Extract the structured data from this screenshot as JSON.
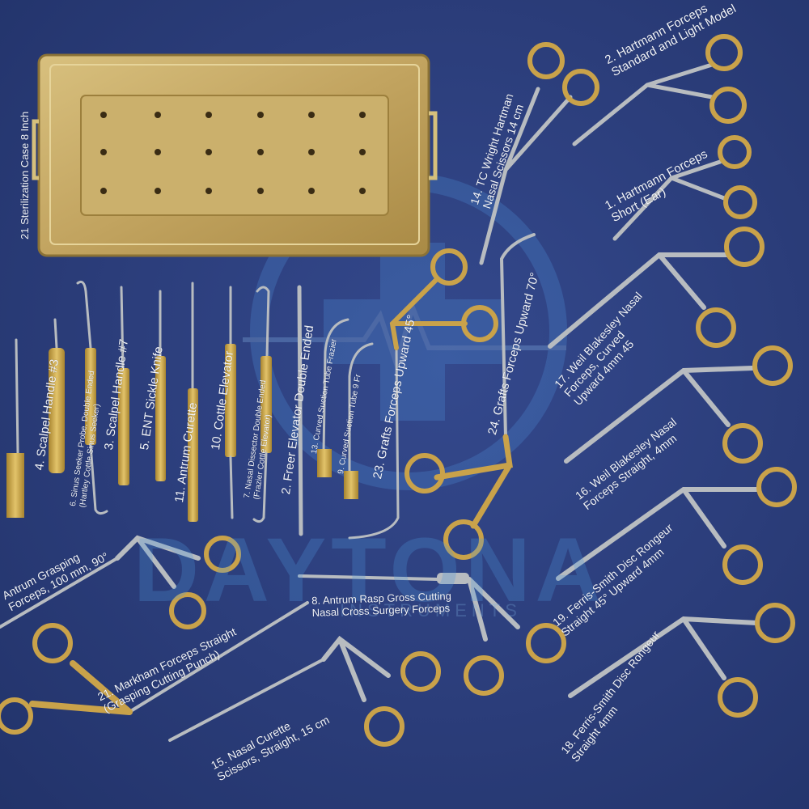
{
  "colors": {
    "background": "#2c3f7e",
    "steel": "#aeb3b8",
    "gold": "#c9a24a",
    "tray": "#c8ad68",
    "watermark": "#4f8fd8"
  },
  "watermark": {
    "brand": "DAYTONA",
    "subtitle": "INSTRUMENTS"
  },
  "tray_label": "21 Sterilization Case 8 Inch",
  "labels": [
    {
      "id": "l14",
      "line1": "14. TC Wright Hartman",
      "line2": "Nasal Scissors 14 cm"
    },
    {
      "id": "l2h",
      "line1": "2. Hartmann Forceps",
      "line2": "Standard and Light Model"
    },
    {
      "id": "l1h",
      "line1": "1. Hartmann Forceps",
      "line2": "Short (Ear)"
    },
    {
      "id": "l17",
      "line1": "17. Weil Blakesley Nasal",
      "line2": "Forceps, Curved",
      "line3": "Upward 4mm 45"
    },
    {
      "id": "l16",
      "line1": "16. Weil Blakesley Nasal",
      "line2": "Forceps Straight, 4mm"
    },
    {
      "id": "l19",
      "line1": "19. Ferris-Smith Disc Rongeur",
      "line2": "Straight 45° Upward 4mm"
    },
    {
      "id": "l18",
      "line1": "18. Ferris-Smith Disc Rongeur",
      "line2": "Straight 4mm"
    },
    {
      "id": "l24",
      "line1": "24. Grafts Forceps Upward 70°"
    },
    {
      "id": "l23",
      "line1": "23. Grafts Forceps Upward 45°"
    },
    {
      "id": "l8",
      "line1": "8. Antrum Rasp Gross Cutting",
      "line2": "Nasal Cross Surgery Forceps"
    },
    {
      "id": "l21",
      "line1": "21. Markham Forceps Straight",
      "line2": "(Grasping Cutting Punch)"
    },
    {
      "id": "l15",
      "line1": "15. Nasal Curette",
      "line2": "Scissors, Straight, 15 cm"
    },
    {
      "id": "lant",
      "line1": "Antrum Grasping",
      "line2": "Forceps, 100 mm, 90°"
    },
    {
      "id": "l4",
      "line1": "4. Scalpel Handle #3"
    },
    {
      "id": "l3",
      "line1": "3. Scalpel Handle #7"
    },
    {
      "id": "l5",
      "line1": "5. ENT Sickle Knife"
    },
    {
      "id": "l11",
      "line1": "11. Antrum Curette"
    },
    {
      "id": "l10",
      "line1": "10. Cottle Elevator"
    },
    {
      "id": "l2f",
      "line1": "2. Freer Elevator Double Ended"
    },
    {
      "id": "l6",
      "line1": "6. Sinus Seeker Probe, Double Ended",
      "line2": "(Hartley Cottle Sinus Seeker)"
    },
    {
      "id": "l7",
      "line1": "7. Nasal Dissector Double Ended",
      "line2": "(Frazier Cottle Elevator)"
    },
    {
      "id": "l13",
      "line1": "13. Curved Suction Tube Frazier"
    },
    {
      "id": "l9",
      "line1": "9. Curved Suction Tube 9 Fr"
    }
  ]
}
